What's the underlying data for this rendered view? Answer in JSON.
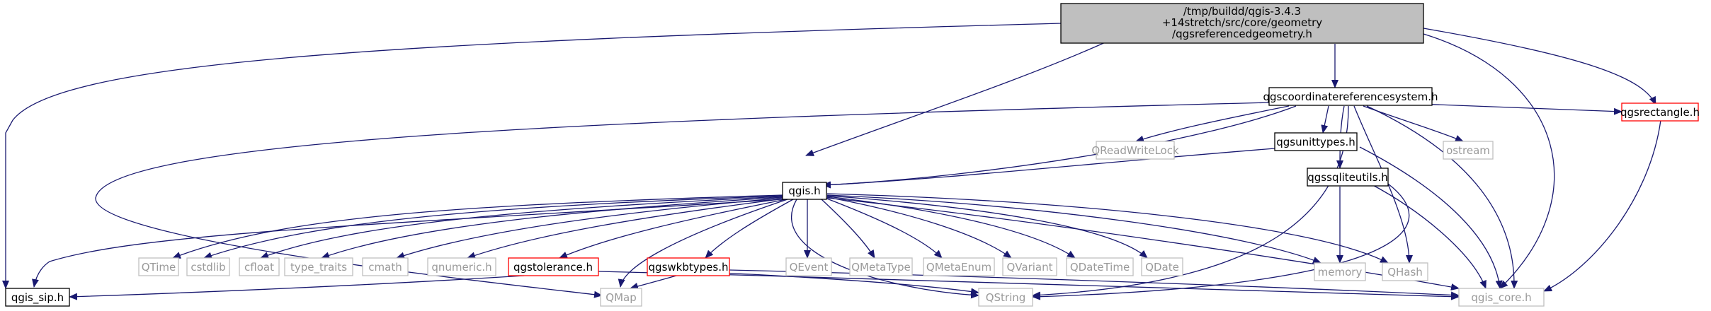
{
  "root": {
    "lines": [
      "/tmp/buildd/qgis-3.4.3",
      "+14stretch/src/core/geometry",
      "/qgsreferencedgeometry.h"
    ]
  },
  "nodes": {
    "crs": "qgscoordinatereferencesystem.h",
    "rwlock": "QReadWriteLock",
    "unittypes": "qgsunittypes.h",
    "ostream": "ostream",
    "rectangle": "qgsrectangle.h",
    "qgis": "qgis.h",
    "sqliteutils": "qgssqliteutils.h",
    "qtime": "QTime",
    "cstdlib": "cstdlib",
    "cfloat": "cfloat",
    "type_traits": "type_traits",
    "cmath": "cmath",
    "qnumeric": "qnumeric.h",
    "tolerance": "qgstolerance.h",
    "wkbtypes": "qgswkbtypes.h",
    "qevent": "QEvent",
    "qmetatype": "QMetaType",
    "qmetaenum": "QMetaEnum",
    "qvariant": "QVariant",
    "qdatetime": "QDateTime",
    "qdate": "QDate",
    "memory": "memory",
    "qhash": "QHash",
    "sip": "qgis_sip.h",
    "qmap": "QMap",
    "qstring": "QString",
    "core": "qgis_core.h"
  },
  "colors": {
    "edge": "#191970",
    "root_fill": "#bfbfbf",
    "doc_border": "#000000",
    "missing_border": "#bfbfbf",
    "truncated_border": "#ff0000"
  }
}
